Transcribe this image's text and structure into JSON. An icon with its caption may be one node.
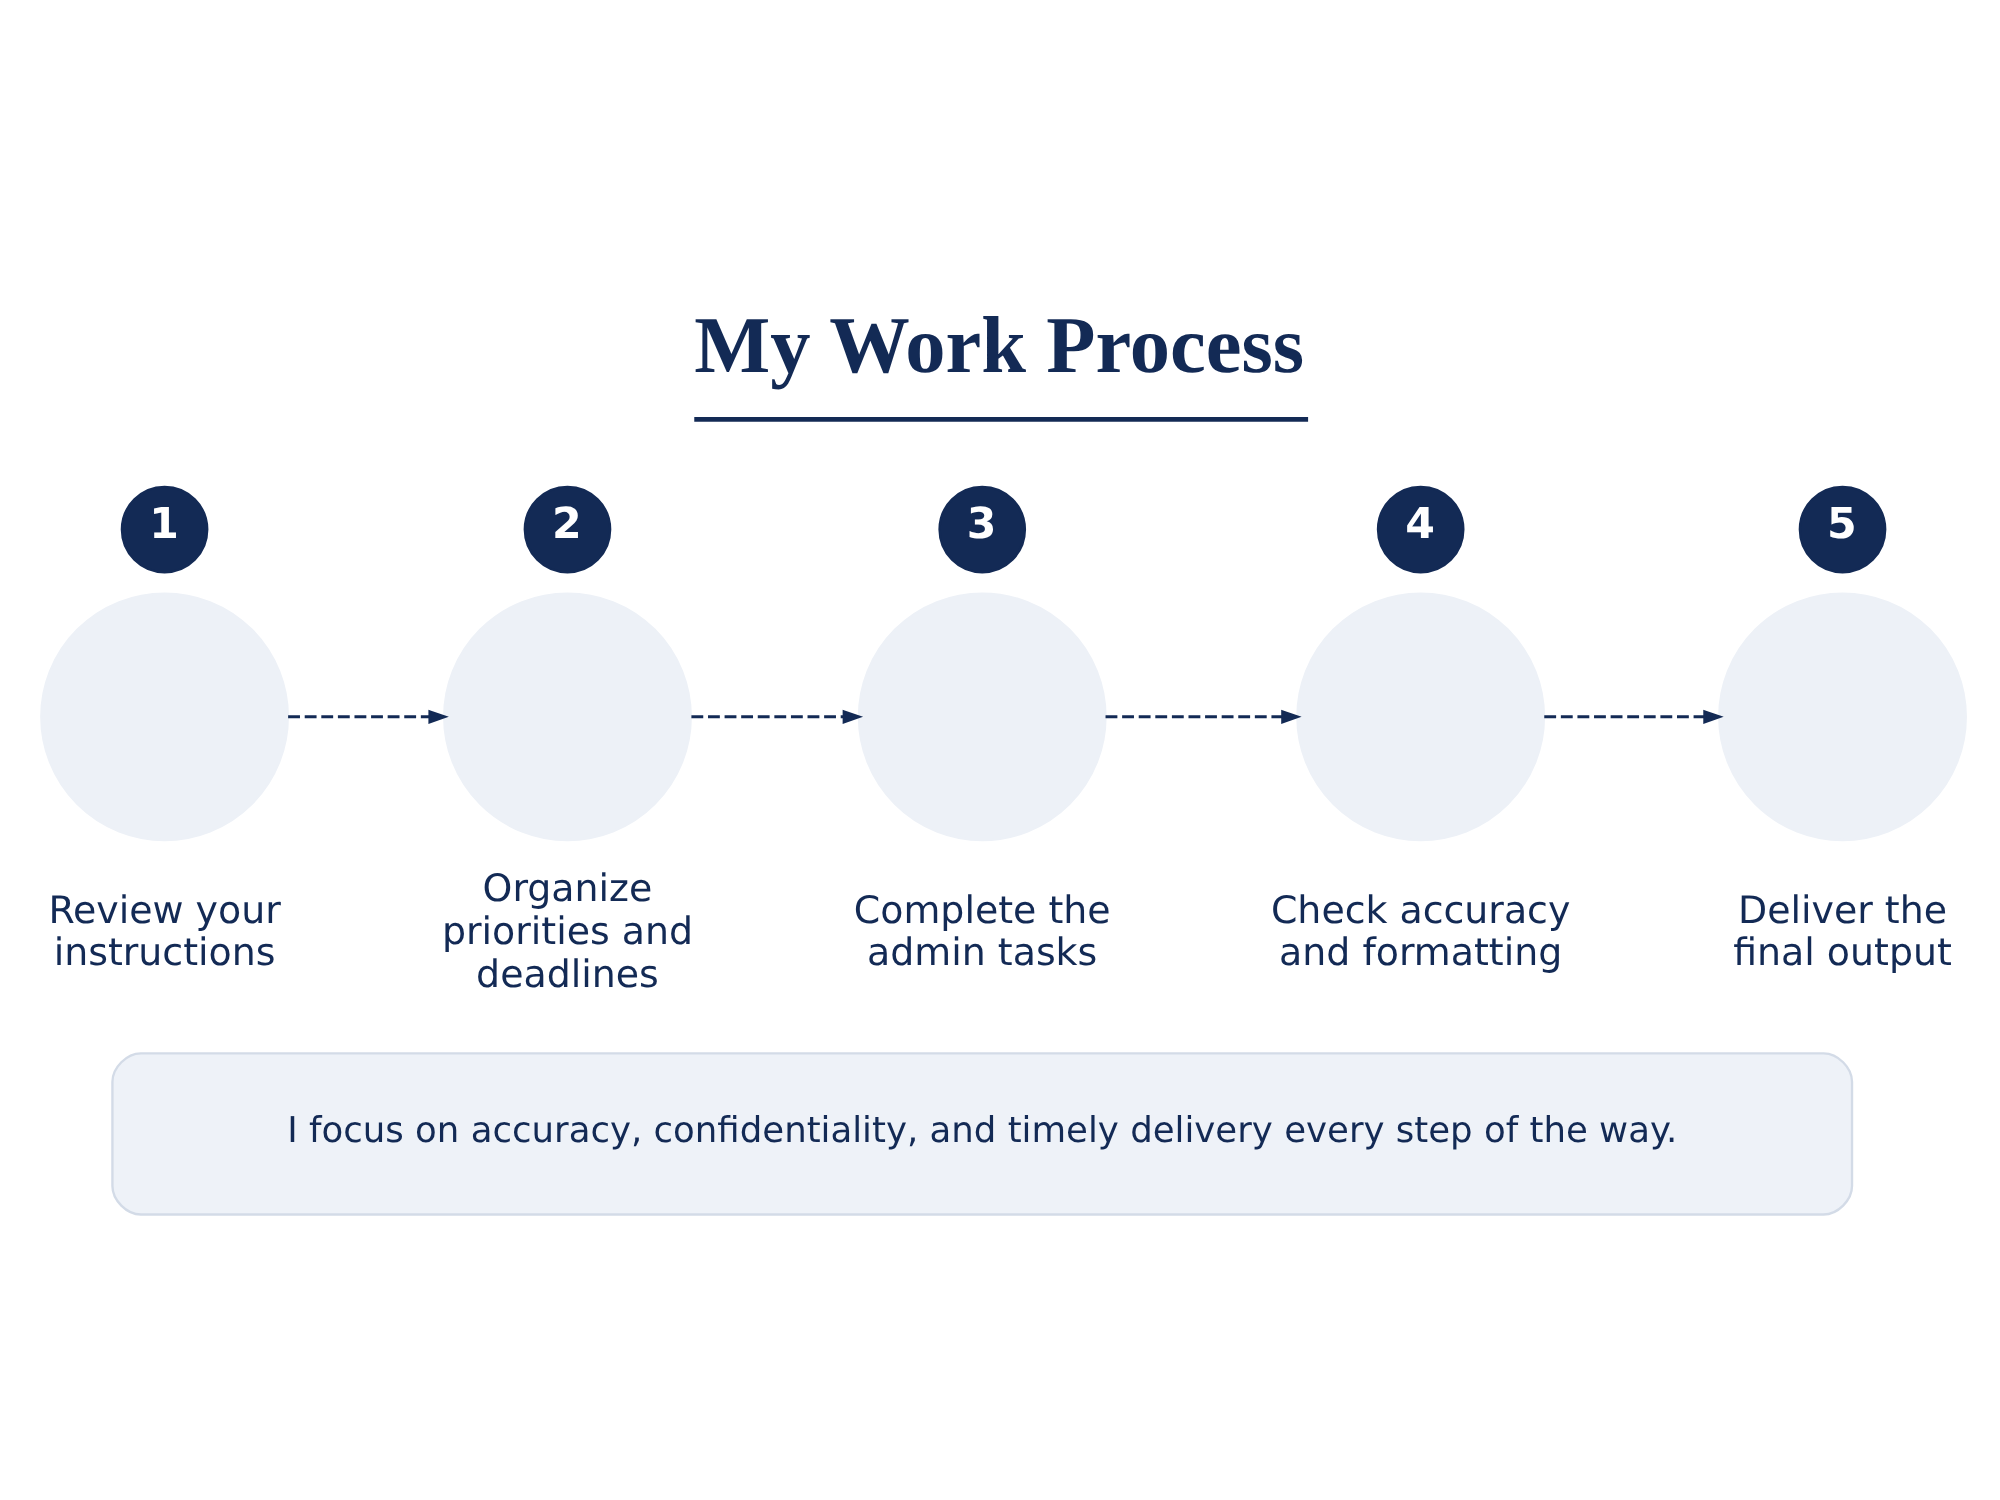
{
  "diagram": {
    "title": "My Work Process",
    "nodes": [
      {
        "text": [
          "1"
        ]
      },
      {
        "text": [],
        "shape": "circle",
        "beside": [
          "Review your instructions"
        ]
      },
      {
        "text": [
          "2"
        ]
      },
      {
        "text": [],
        "shape": "circle",
        "beside": [
          "Organize priorities and deadlines"
        ]
      },
      {
        "text": [
          "3"
        ]
      },
      {
        "text": [],
        "shape": "circle",
        "beside": [
          "Complete the admin tasks"
        ]
      },
      {
        "text": [
          "4"
        ]
      },
      {
        "text": [],
        "shape": "circle",
        "beside": [
          "Check accuracy and formatting"
        ]
      },
      {
        "text": [
          "5"
        ]
      },
      {
        "text": [],
        "shape": "circle",
        "beside": [
          "Deliver the final output"
        ]
      },
      {
        "text": [
          "I focus on accuracy, confidentiality, and timely delivery every step of the way."
        ]
      }
    ],
    "edges": [
      {
        "from": 1,
        "to": 3,
        "arrow": "to",
        "style": "dashed"
      },
      {
        "from": 3,
        "to": 5,
        "arrow": "to",
        "style": "dashed"
      },
      {
        "from": 5,
        "to": 7,
        "arrow": "to",
        "style": "dashed"
      },
      {
        "from": 7,
        "to": 9,
        "arrow": "to",
        "style": "dashed"
      }
    ]
  }
}
